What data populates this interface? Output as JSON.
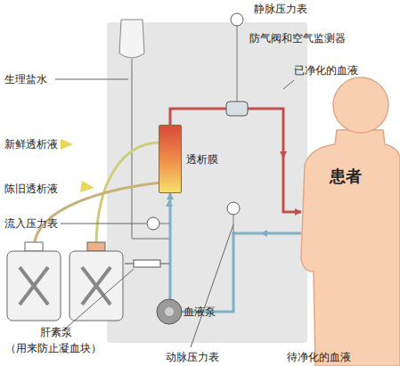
{
  "diagram": {
    "nodes": [
      {
        "text": [
          "透析膜"
        ]
      },
      {
        "text": [
          "患者"
        ]
      }
    ],
    "edges": [
      {
        "from": 0,
        "to": 1,
        "arrow": "to"
      },
      {
        "from": 1,
        "to": 0,
        "arrow": "to"
      }
    ],
    "labels": [
      "生理盐水",
      "静脉压力表",
      "防气阀和空气监测器",
      "已净化的血液",
      "新鲜透析液",
      "陈旧透析液",
      "流入压力表",
      "肝素泵",
      "（用来防止凝血块）",
      "血液泵",
      "动脉压力表",
      "待净化的血液"
    ]
  }
}
